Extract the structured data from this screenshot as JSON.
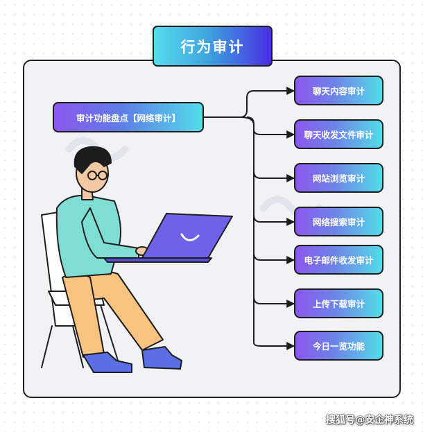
{
  "title": "行为审计",
  "root": {
    "label": "审计功能盘点【网络审计】"
  },
  "branches": [
    {
      "label": "聊天内容审计"
    },
    {
      "label": "聊天收发文件审计"
    },
    {
      "label": "网站浏览审计"
    },
    {
      "label": "网络搜索审计"
    },
    {
      "label": "电子邮件收发审计"
    },
    {
      "label": "上传下载审计"
    },
    {
      "label": "今日一览功能"
    }
  ],
  "watermark": "搜狐号@安企神系统",
  "colors": {
    "panel_bg": "#f1f2f4",
    "outline": "#1d1d1d",
    "gradient_purple": "#8b57ee",
    "gradient_cyan": "#55dbe8",
    "laptop_blue": "#6e63e8",
    "shirt_teal": "#7fded4",
    "pants_yellow": "#f8c27f",
    "shoe_blue": "#5b6fe4"
  },
  "icons": {
    "illustration": "person-with-laptop-icon",
    "laptop_logo": "u-logo-icon"
  }
}
